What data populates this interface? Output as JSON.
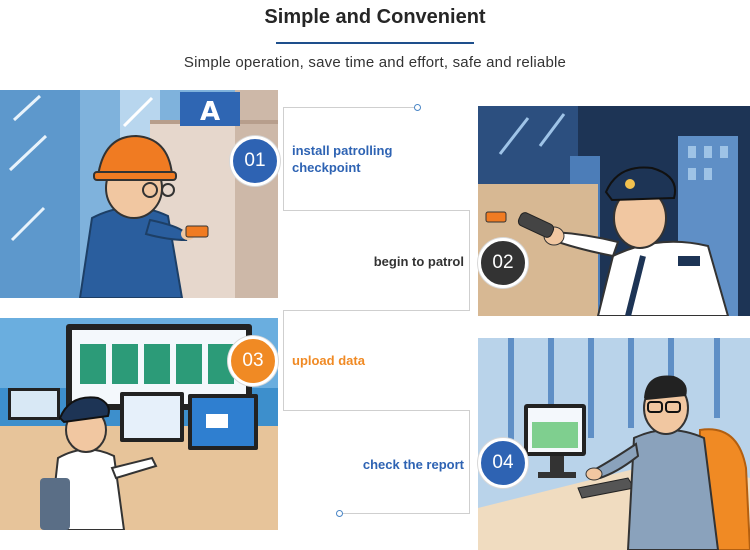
{
  "header": {
    "title": "Simple and Convenient",
    "subtitle": "Simple operation, save time and effort, safe and reliable"
  },
  "colors": {
    "title_rule": "#1e4f8c",
    "badge_blue": "#2e63b3",
    "badge_dark": "#333333",
    "badge_orange": "#f08a24",
    "label_blue": "#2e63b3",
    "label_dark": "#333333",
    "label_orange": "#f08a24"
  },
  "steps": [
    {
      "number": "01",
      "label": "install patrolling checkpoint"
    },
    {
      "number": "02",
      "label": "begin to patrol"
    },
    {
      "number": "03",
      "label": "upload data"
    },
    {
      "number": "04",
      "label": "check the report"
    }
  ],
  "illustrations": {
    "scene1": {
      "sign_letter": "A"
    }
  }
}
